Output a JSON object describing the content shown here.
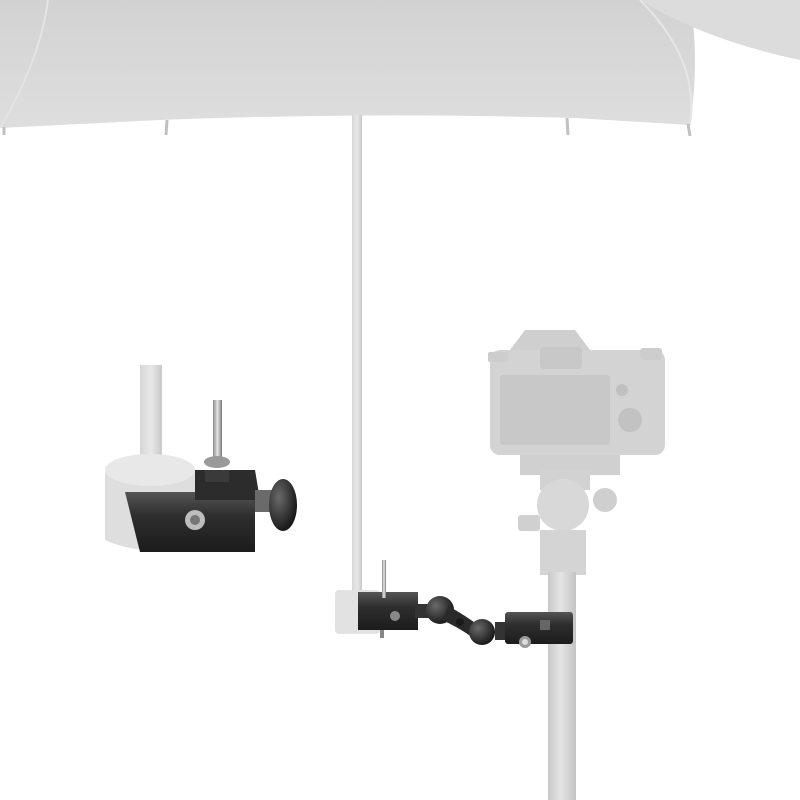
{
  "scene": {
    "subject": "umbrella-clamp-mount",
    "colors": {
      "background": "#ffffff",
      "ghost": "#d4d4d4",
      "ghost_dark": "#bdbdbd",
      "ghost_light": "#e2e2e2",
      "metal_dark": "#2b2b2b",
      "metal_mid": "#4a4a4a",
      "steel": "#b9b9b9"
    },
    "icons": [
      "umbrella-canopy",
      "umbrella-shaft",
      "super-clamp",
      "magic-arm",
      "camera",
      "ball-head",
      "light-stand"
    ]
  }
}
